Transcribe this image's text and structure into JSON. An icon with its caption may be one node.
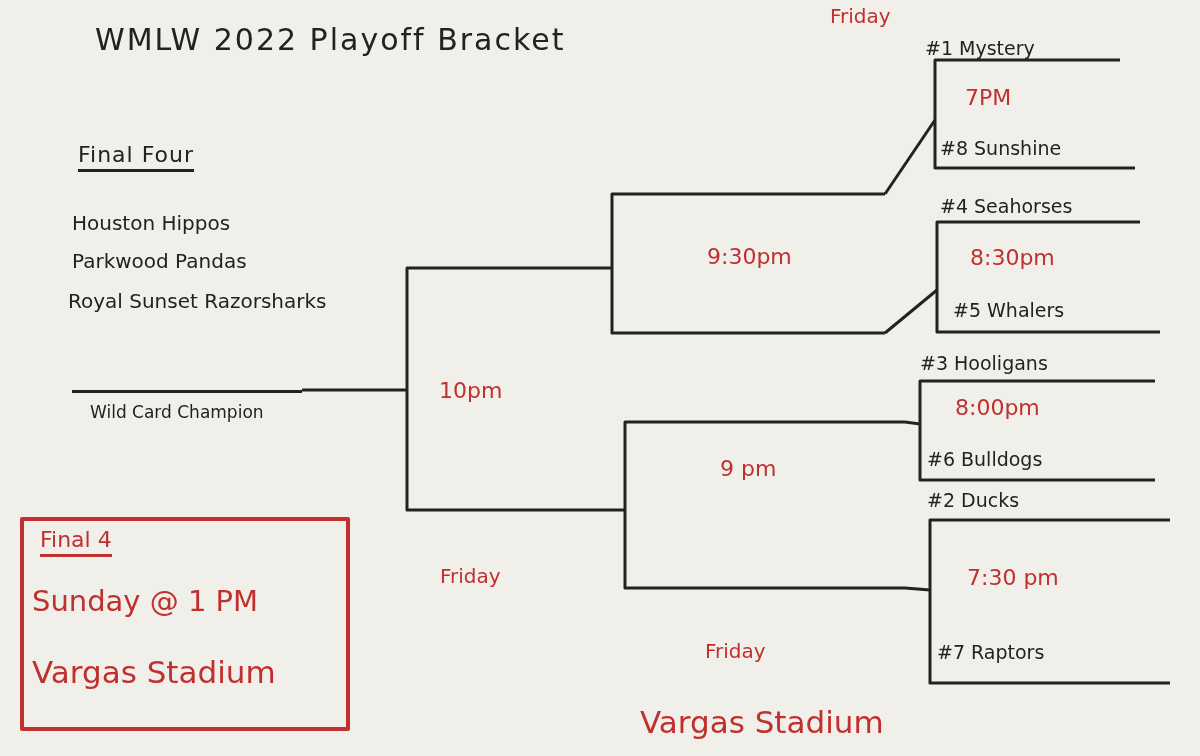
{
  "diagram": {
    "title": "WMLW 2022 Playoff Bracket",
    "nodes": [
      {
        "text": [
          "#1 Mystery",
          "7PM",
          "#8 Sunshine"
        ]
      },
      {
        "text": [
          "9:30pm"
        ]
      },
      {
        "text": [
          "#4 Seahorses",
          "8:30pm",
          "#5 Whalers"
        ]
      },
      {
        "text": [
          "Wild Card Champion"
        ]
      },
      {
        "text": [
          "10pm"
        ]
      },
      {
        "text": [
          "#3 Hooligans",
          "8:00pm",
          "#6 Bulldogs"
        ]
      },
      {
        "text": [
          "9 pm"
        ]
      },
      {
        "text": [
          "#2 Ducks",
          "7:30 pm",
          "#7 Raptors"
        ]
      },
      {
        "text": [
          "Final 4",
          "Sunday @ 1 PM",
          "Vargas Stadium"
        ]
      }
    ],
    "edges": [
      {
        "from": 0,
        "to": 1,
        "arrow": "none"
      },
      {
        "from": 2,
        "to": 1,
        "arrow": "none"
      },
      {
        "from": 1,
        "to": 4,
        "arrow": "none"
      },
      {
        "from": 3,
        "to": 4,
        "arrow": "none"
      },
      {
        "from": 5,
        "to": 6,
        "arrow": "none"
      },
      {
        "from": 7,
        "to": 6,
        "arrow": "none"
      },
      {
        "from": 6,
        "to": 4,
        "arrow": "none"
      }
    ],
    "labels": [
      "Friday",
      "Final Four",
      "Houston Hippos",
      "Parkwood Pandas",
      "Royal Sunset Razorsharks",
      "Friday",
      "Friday",
      "Vargas Stadium"
    ]
  }
}
